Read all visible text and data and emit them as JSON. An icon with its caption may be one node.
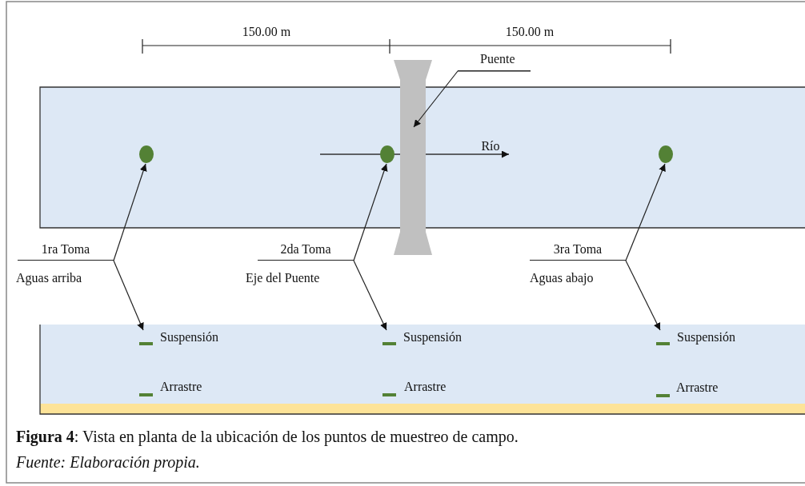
{
  "diagram": {
    "caption": "**Figura 4**: Vista en planta de la ubicación de los puntos de muestreo de campo.",
    "nodes": [
      {
        "text": [
          "1ra Toma",
          "Aguas arriba"
        ]
      },
      {
        "text": [
          "2da Toma",
          "Eje del Puente"
        ]
      },
      {
        "text": [
          "3ra Toma",
          "Aguas abajo"
        ]
      },
      {
        "text": [
          "Puente"
        ]
      },
      {
        "text": [],
        "shape": "circle"
      },
      {
        "text": [],
        "shape": "circle"
      },
      {
        "text": [],
        "shape": "circle"
      },
      {
        "text": [],
        "shape": "bar"
      },
      {
        "text": [
          "Suspensión"
        ]
      },
      {
        "text": [
          "Suspensión"
        ]
      },
      {
        "text": [
          "Suspensión"
        ]
      }
    ],
    "edges": [
      {
        "from": 0,
        "to": 4,
        "arrow": "to"
      },
      {
        "from": 0,
        "to": 8,
        "arrow": "to"
      },
      {
        "from": 1,
        "to": 5,
        "arrow": "to"
      },
      {
        "from": 1,
        "to": 9,
        "arrow": "to"
      },
      {
        "from": 2,
        "to": 6,
        "arrow": "to"
      },
      {
        "from": 2,
        "to": 10,
        "arrow": "to"
      },
      {
        "from": 3,
        "to": 7,
        "arrow": "to"
      }
    ],
    "labels": [
      "150.00 m",
      "150.00 m",
      "Río",
      "Arrastre",
      "Arrastre",
      "Arrastre",
      "Fuente: Elaboración propia."
    ]
  }
}
